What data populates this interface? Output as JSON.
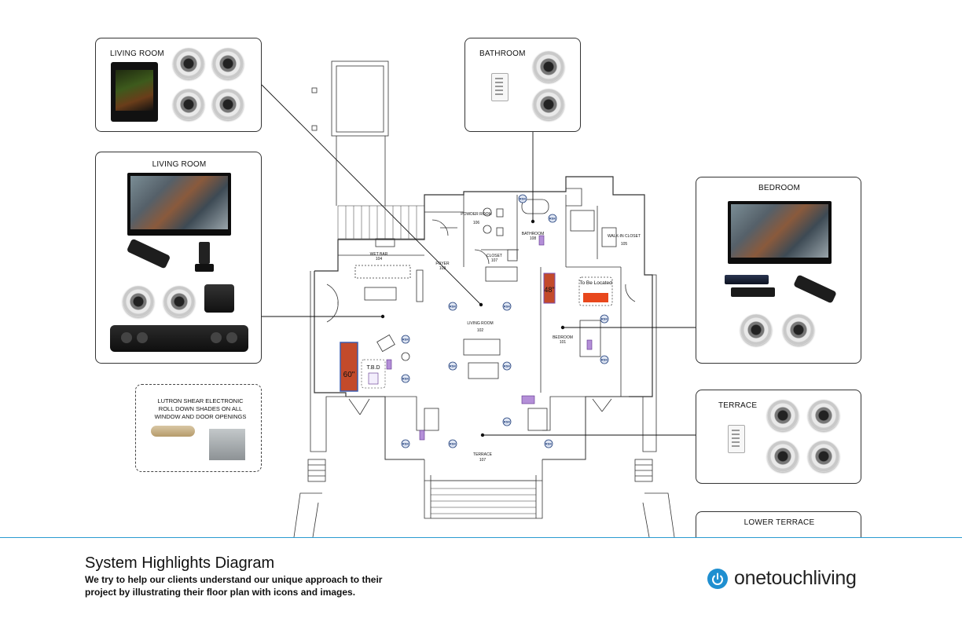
{
  "panels": {
    "living_room_top": "LIVING ROOM",
    "living_room_av": "LIVING ROOM",
    "bathroom": "BATHROOM",
    "bedroom": "BEDROOM",
    "terrace": "TERRACE",
    "lower_terrace": "LOWER TERRACE"
  },
  "lutron_note": "LUTRON SHEAR ELECTRONIC ROLL DOWN SHADES ON ALL WINDOW AND DOOR OPENINGS",
  "floor_plan": {
    "rooms": [
      {
        "name": "POWDER ROOM",
        "num": "106"
      },
      {
        "name": "BATHROOM",
        "num": "108"
      },
      {
        "name": "WALK-IN CLOSET",
        "num": "105"
      },
      {
        "name": "WET BAR",
        "num": "104"
      },
      {
        "name": "FOYER",
        "num": "103"
      },
      {
        "name": "CLOSET",
        "num": "107"
      },
      {
        "name": "LIVING ROOM",
        "num": "102"
      },
      {
        "name": "BEDROOM",
        "num": "101"
      },
      {
        "name": "TERRACE",
        "num": "107"
      }
    ],
    "speaker_label": "RSK",
    "tv_sizes": [
      "48\"",
      "60\""
    ],
    "tbd_label": "T.B.D",
    "to_be_located": "To Be Located"
  },
  "footer": {
    "title": "System Highlights Diagram",
    "description": "We try to help our clients understand our unique approach to their project by illustrating their floor plan with icons and images.",
    "logo_text": "onetouchliving"
  },
  "colors": {
    "accent": "#1f8fd0",
    "footer_rule": "#2a9bd1",
    "speaker_marker": "#1f3d7a",
    "tv_marker": "#7a4fb0",
    "to_be_located": "#e8471c"
  }
}
